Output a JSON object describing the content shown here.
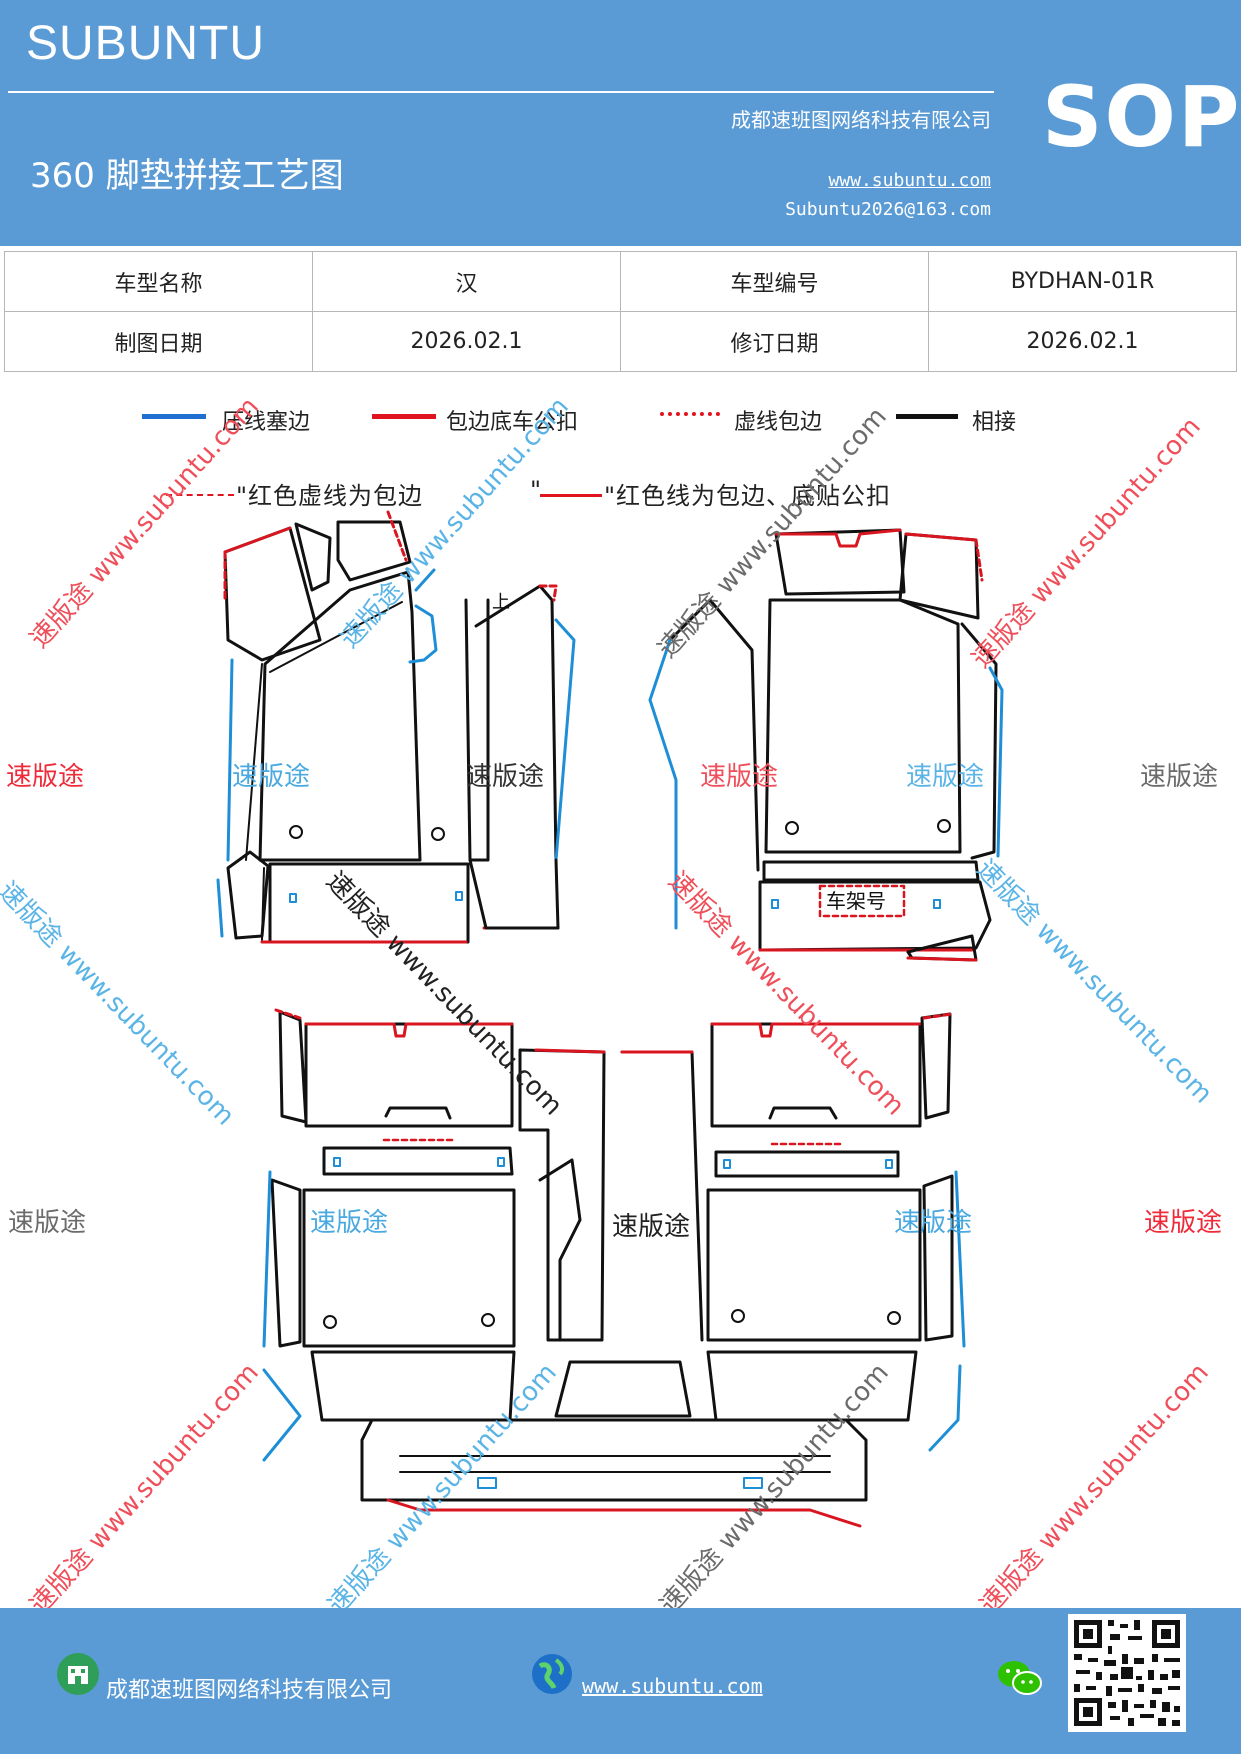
{
  "header": {
    "brand": "SUBUNTU",
    "title": "360 脚垫拼接工艺图",
    "company": "成都速班图网络科技有限公司",
    "website": "www.subuntu.com",
    "email": "Subuntu2026@163.com",
    "badge": "SOP"
  },
  "info_table": {
    "rows": [
      [
        "车型名称",
        "汉",
        "车型编号",
        "BYDHAN-01R"
      ],
      [
        "制图日期",
        "2026.02.1",
        "修订日期",
        "2026.02.1"
      ]
    ]
  },
  "legend": [
    {
      "label": "压线塞边",
      "color": "#1f6fd1",
      "style": "solid"
    },
    {
      "label": "包边底车公扣",
      "color": "#e0141e",
      "style": "solid"
    },
    {
      "label": "虚线包边",
      "color": "#e0141e",
      "style": "dashed"
    },
    {
      "label": "相接",
      "color": "#111111",
      "style": "solid"
    }
  ],
  "notes": {
    "dashed_note": "\"红色虚线为包边",
    "solid_quote_open": "\"",
    "solid_note": "\"红色线为包边、底贴公扣"
  },
  "diagram": {
    "frame_label": "车架号",
    "top_mark": "上"
  },
  "watermarks": {
    "brand_cn": "速版途",
    "site": "www.subuntu.com",
    "diag_text": "速版途 www.subuntu.com",
    "colors": {
      "red": "#ef4f5a",
      "blue": "#5ab4e6",
      "gray": "#6b6b6b"
    }
  },
  "footer": {
    "company": "成都速班图网络科技有限公司",
    "website": "www.subuntu.com"
  }
}
